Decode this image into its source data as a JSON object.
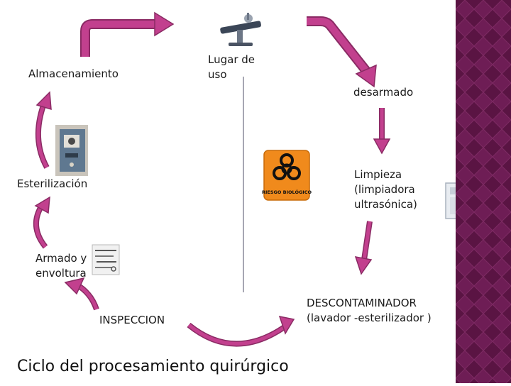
{
  "title": "Ciclo del procesamiento quirúrgico",
  "steps": {
    "lugar_de_uso": "Lugar de\nuso",
    "desarmado": "desarmado",
    "limpieza": "Limpieza\n(limpiadora\nultrasónica)",
    "descontaminador": "DESCONTAMINADOR\n(lavador -esterilizador )",
    "inspeccion": "INSPECCION",
    "armado": "Armado y\nenvoltura",
    "esterilizacion": "Esterilización",
    "almacenamiento": "Almacenamiento"
  },
  "biohazard_sign": "RIESGO BIOLÓGICO",
  "colors": {
    "arrow_fill": "#c2408e",
    "arrow_stroke": "#8a2b64",
    "side_panel": "#5e1646",
    "divider": "#8a8a9a"
  },
  "icons": [
    "operating-table-icon",
    "autoclave-icon",
    "biohazard-icon",
    "ultrasonic-cleaner-icon",
    "instruments-icon"
  ]
}
